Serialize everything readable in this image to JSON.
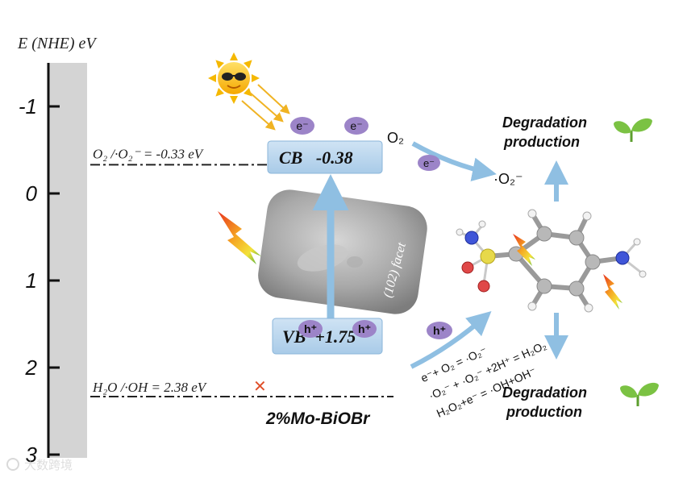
{
  "axis": {
    "label": "E (NHE) eV",
    "ticks": [
      "-1",
      "0",
      "1",
      "2",
      "3"
    ],
    "tick_values": [
      -1,
      0,
      1,
      2,
      3
    ],
    "range": [
      -1.5,
      3
    ]
  },
  "levels": {
    "o2": {
      "label": "O₂ /·O₂⁻ = -0.33 eV",
      "value": -0.33
    },
    "h2o": {
      "label": "H₂O /·OH = 2.38 eV",
      "value": 2.38,
      "mark": "✕"
    }
  },
  "bands": {
    "cb": {
      "label": "CB   -0.38",
      "value": -0.38
    },
    "vb": {
      "label": "VB  +1.75",
      "value": 1.75
    }
  },
  "carriers": {
    "electron": "e⁻",
    "hole": "h⁺"
  },
  "species": {
    "o2": "O₂",
    "superoxide": "·O₂⁻"
  },
  "catalyst": {
    "name": "2%Mo-BiOBr",
    "facet": "(102) facet"
  },
  "products": {
    "top": [
      "Degradation",
      "production"
    ],
    "bottom": [
      "Degradation",
      "production"
    ]
  },
  "reactions": [
    "e⁻+ O₂ = ·O₂⁻",
    "·O₂⁻ + ·O₂⁻ +2H⁺ = H₂O₂",
    "H₂O₂+e⁻ = ·OH+OH⁻"
  ],
  "watermark": "大数跨境",
  "colors": {
    "band_fill": "#b9d7ee",
    "carrier_fill": "#9c84c8",
    "arrow": "#8fbfe2",
    "cross": "#e0502a",
    "leaf": "#7bc243"
  }
}
